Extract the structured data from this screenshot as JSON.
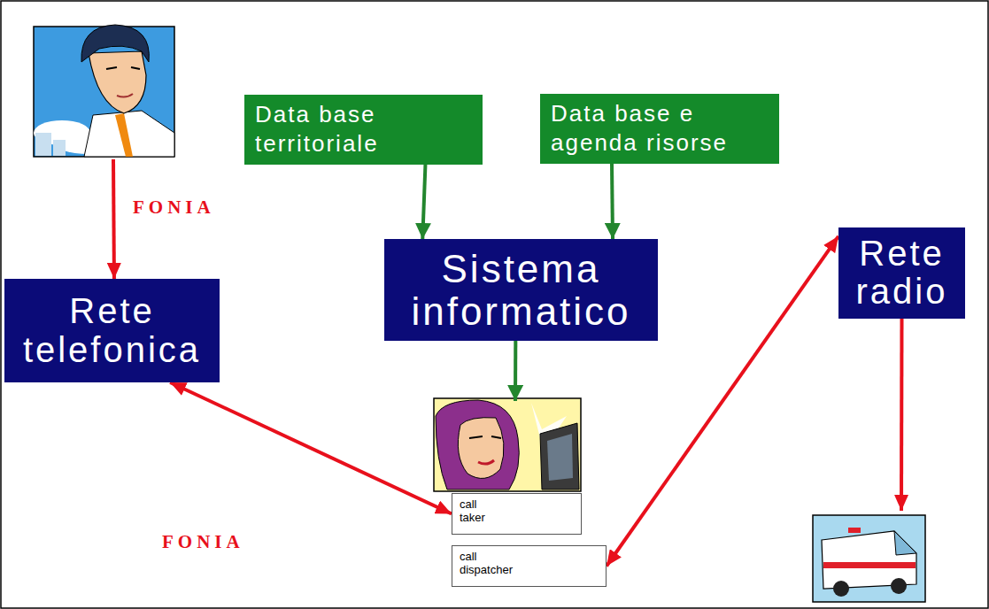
{
  "diagram": {
    "nodes": [
      {
        "text": [
          "Data base territoriale"
        ]
      },
      {
        "text": [
          "Data base e agenda risorse"
        ]
      },
      {
        "text": [
          "Rete telefonica"
        ]
      },
      {
        "text": [
          "Sistema informatico"
        ]
      },
      {
        "text": [
          "Rete radio"
        ]
      },
      {
        "text": [
          "call taker"
        ]
      },
      {
        "text": [
          "call dispatcher"
        ]
      }
    ],
    "edges": [
      {
        "from": 0,
        "to": 3,
        "arrow": "to"
      },
      {
        "from": 1,
        "to": 3,
        "arrow": "to"
      },
      {
        "from": 2,
        "to": 5,
        "arrow": "both"
      },
      {
        "from": 6,
        "to": 4,
        "arrow": "both"
      }
    ],
    "labels": [
      "FONIA",
      "FONIA"
    ]
  }
}
